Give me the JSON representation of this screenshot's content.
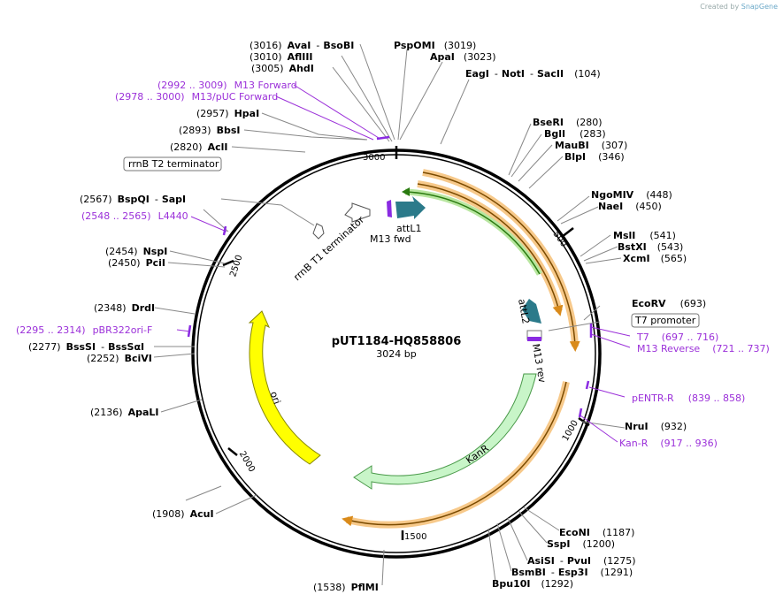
{
  "credit": {
    "prefix": "Created by",
    "brand": "SnapGene"
  },
  "plasmid": {
    "name": "pUT1184-HQ858806",
    "size": "3024 bp"
  },
  "ticks": [
    "500",
    "1000",
    "1500",
    "2000",
    "2500",
    "3000"
  ],
  "features": {
    "attL1": "attL1",
    "m13fwd": "M13 fwd",
    "rrnB_T1": "rrnB T1 terminator",
    "attL2": "attL2",
    "m13rev": "M13 rev",
    "kanr": "KanR",
    "ori": "ori"
  },
  "boxed": {
    "rrnbT2": "rrnB T2 terminator",
    "t7promoter": "T7 promoter"
  },
  "sites": [
    {
      "pos": "(3016)",
      "name": "AvaI",
      "name2": "BsoBI"
    },
    {
      "pos": "(3010)",
      "name": "AflIII"
    },
    {
      "pos": "(3005)",
      "name": "AhdI"
    },
    {
      "pos": "(3019)",
      "name": "PspOMI",
      "right": true
    },
    {
      "pos": "(3023)",
      "name": "ApaI",
      "right": true
    },
    {
      "pos": "(104)",
      "name": "EagI",
      "name2": "NotI",
      "name3": "SacII",
      "right": true
    },
    {
      "pos": "(2957)",
      "name": "HpaI"
    },
    {
      "pos": "(2893)",
      "name": "BbsI"
    },
    {
      "pos": "(2820)",
      "name": "AclI"
    },
    {
      "pos": "(280)",
      "name": "BseRI",
      "right": true
    },
    {
      "pos": "(283)",
      "name": "BglI",
      "right": true
    },
    {
      "pos": "(307)",
      "name": "MauBI",
      "right": true
    },
    {
      "pos": "(346)",
      "name": "BlpI",
      "right": true
    },
    {
      "pos": "(448)",
      "name": "NgoMIV",
      "right": true
    },
    {
      "pos": "(450)",
      "name": "NaeI",
      "right": true
    },
    {
      "pos": "(541)",
      "name": "MslI",
      "right": true
    },
    {
      "pos": "(543)",
      "name": "BstXI",
      "right": true
    },
    {
      "pos": "(565)",
      "name": "XcmI",
      "right": true
    },
    {
      "pos": "(2567)",
      "name": "BspQI",
      "name2": "SapI"
    },
    {
      "pos": "(2454)",
      "name": "NspI"
    },
    {
      "pos": "(2450)",
      "name": "PciI"
    },
    {
      "pos": "(2348)",
      "name": "DrdI"
    },
    {
      "pos": "(2277)",
      "name": "BssSI",
      "name2": "BssSαI"
    },
    {
      "pos": "(2252)",
      "name": "BciVI"
    },
    {
      "pos": "(2136)",
      "name": "ApaLI"
    },
    {
      "pos": "(693)",
      "name": "EcoRV",
      "right": true
    },
    {
      "pos": "(932)",
      "name": "NruI",
      "right": true
    },
    {
      "pos": "(1187)",
      "name": "EcoNI",
      "right": true
    },
    {
      "pos": "(1200)",
      "name": "SspI",
      "right": true
    },
    {
      "pos": "(1275)",
      "name": "AsiSI",
      "name2": "PvuI",
      "right": true
    },
    {
      "pos": "(1291)",
      "name": "BsmBI",
      "name2": "Esp3I",
      "right": true
    },
    {
      "pos": "(1292)",
      "name": "Bpu10I",
      "right": true
    },
    {
      "pos": "(1908)",
      "name": "AcuI"
    },
    {
      "pos": "(1538)",
      "name": "PflMI"
    }
  ],
  "primers": [
    {
      "range": "(2992 .. 3009)",
      "name": "M13 Forward"
    },
    {
      "range": "(2978 .. 3000)",
      "name": "M13/pUC Forward"
    },
    {
      "range": "(2548 .. 2565)",
      "name": "L4440"
    },
    {
      "range": "(2295 .. 2314)",
      "name": "pBR322ori-F"
    },
    {
      "name": "T7",
      "range": "(697 .. 716)"
    },
    {
      "name": "M13 Reverse",
      "range": "(721 .. 737)"
    },
    {
      "name": "pENTR-R",
      "range": "(839 .. 858)"
    },
    {
      "name": "Kan-R",
      "range": "(917 .. 936)"
    }
  ]
}
